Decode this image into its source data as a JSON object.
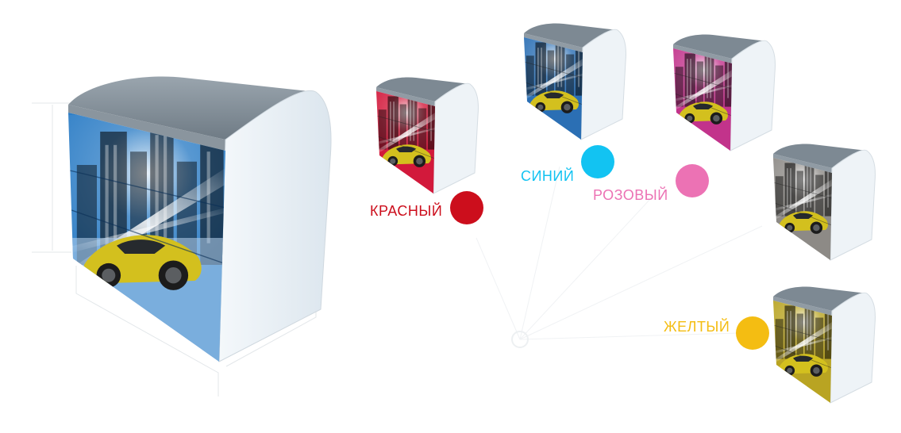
{
  "variants": [
    {
      "key": "red",
      "label": "КРАСНЫЙ",
      "color": "#cc0e1c",
      "tint": "#d2193b"
    },
    {
      "key": "blue",
      "label": "СИНИЙ",
      "color": "#12c3f2",
      "tint": "#2b6fb4"
    },
    {
      "key": "pink",
      "label": "РОЗОВЫЙ",
      "color": "#ec72b4",
      "tint": "#c2338b"
    },
    {
      "key": "gray",
      "label": "",
      "color": "#9a9a9a",
      "tint": "#8d8a86"
    },
    {
      "key": "yellow",
      "label": "ЖЕЛТЫЙ",
      "color": "#f4bd12",
      "tint": "#b9a422"
    }
  ],
  "main": {
    "tint": "#2e7ec6",
    "car": "#c9b51d"
  },
  "icons": {
    "hub": "circle-icon"
  }
}
